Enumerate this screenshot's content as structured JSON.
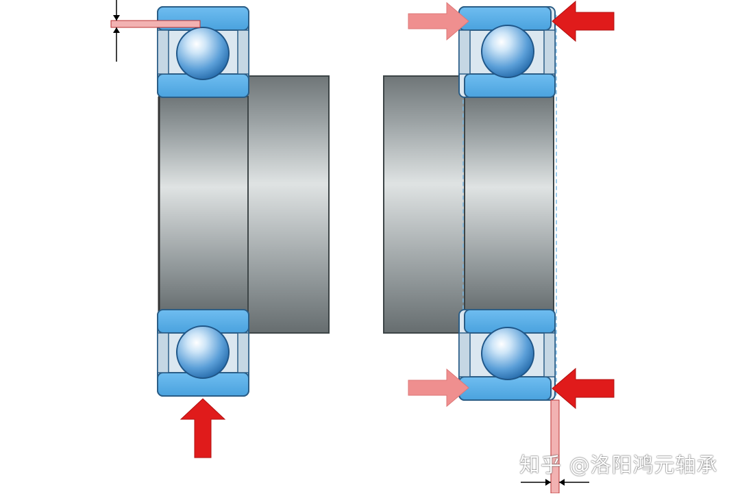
{
  "diagram": {
    "colors": {
      "ring_blue": "#5ab0ea",
      "ring_light": "#a8d4f5",
      "ball_blue": "#3c86c8",
      "arrow_red": "#e01b1b",
      "arrow_pink": "#ef8f8f",
      "shaft_gray": "#9aa1a3",
      "outline": "#2a5d86"
    },
    "left_bearing": {
      "arrow": "arrow-up-red",
      "clearance": "radial"
    },
    "right_bearing": {
      "arrows_solid": "arrow-left-red",
      "arrows_light": "arrow-right-pink",
      "clearance": "axial"
    }
  },
  "watermark": {
    "text": "知乎 @洛阳鸿元轴承"
  }
}
